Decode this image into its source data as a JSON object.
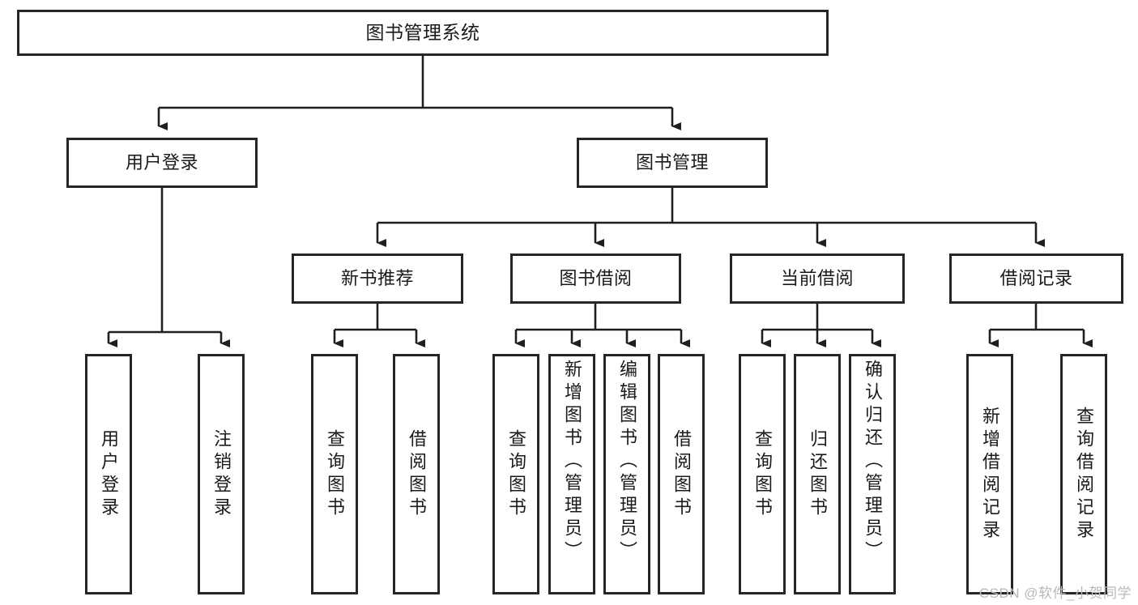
{
  "diagram": {
    "title": "图书管理系统",
    "type": "tree",
    "watermark": "CSDN @软件_小贺同学",
    "colors": {
      "box_border": "#262626",
      "box_fill": "#ffffff",
      "edge": "#1f1f1f",
      "text": "#1a1a1a",
      "watermark": "#b9b9b9",
      "background": "#ffffff"
    },
    "levels": {
      "root": {
        "label": "图书管理系统"
      },
      "level2": [
        {
          "label": "用户登录"
        },
        {
          "label": "图书管理"
        }
      ],
      "level3": [
        {
          "label": "新书推荐"
        },
        {
          "label": "图书借阅"
        },
        {
          "label": "当前借阅"
        },
        {
          "label": "借阅记录"
        }
      ],
      "leaves": [
        {
          "label": "用户登录",
          "parent": "用户登录"
        },
        {
          "label": "注销登录",
          "parent": "用户登录"
        },
        {
          "label": "查询图书",
          "parent": "新书推荐"
        },
        {
          "label": "借阅图书",
          "parent": "新书推荐"
        },
        {
          "label": "查询图书",
          "parent": "图书借阅"
        },
        {
          "label": "新增图书（管理员）",
          "parent": "图书借阅"
        },
        {
          "label": "编辑图书（管理员）",
          "parent": "图书借阅"
        },
        {
          "label": "借阅图书",
          "parent": "图书借阅"
        },
        {
          "label": "查询图书",
          "parent": "当前借阅"
        },
        {
          "label": "归还图书",
          "parent": "当前借阅"
        },
        {
          "label": "确认归还（管理员）",
          "parent": "当前借阅"
        },
        {
          "label": "新增借阅记录",
          "parent": "借阅记录"
        },
        {
          "label": "查询借阅记录",
          "parent": "借阅记录"
        }
      ]
    }
  }
}
